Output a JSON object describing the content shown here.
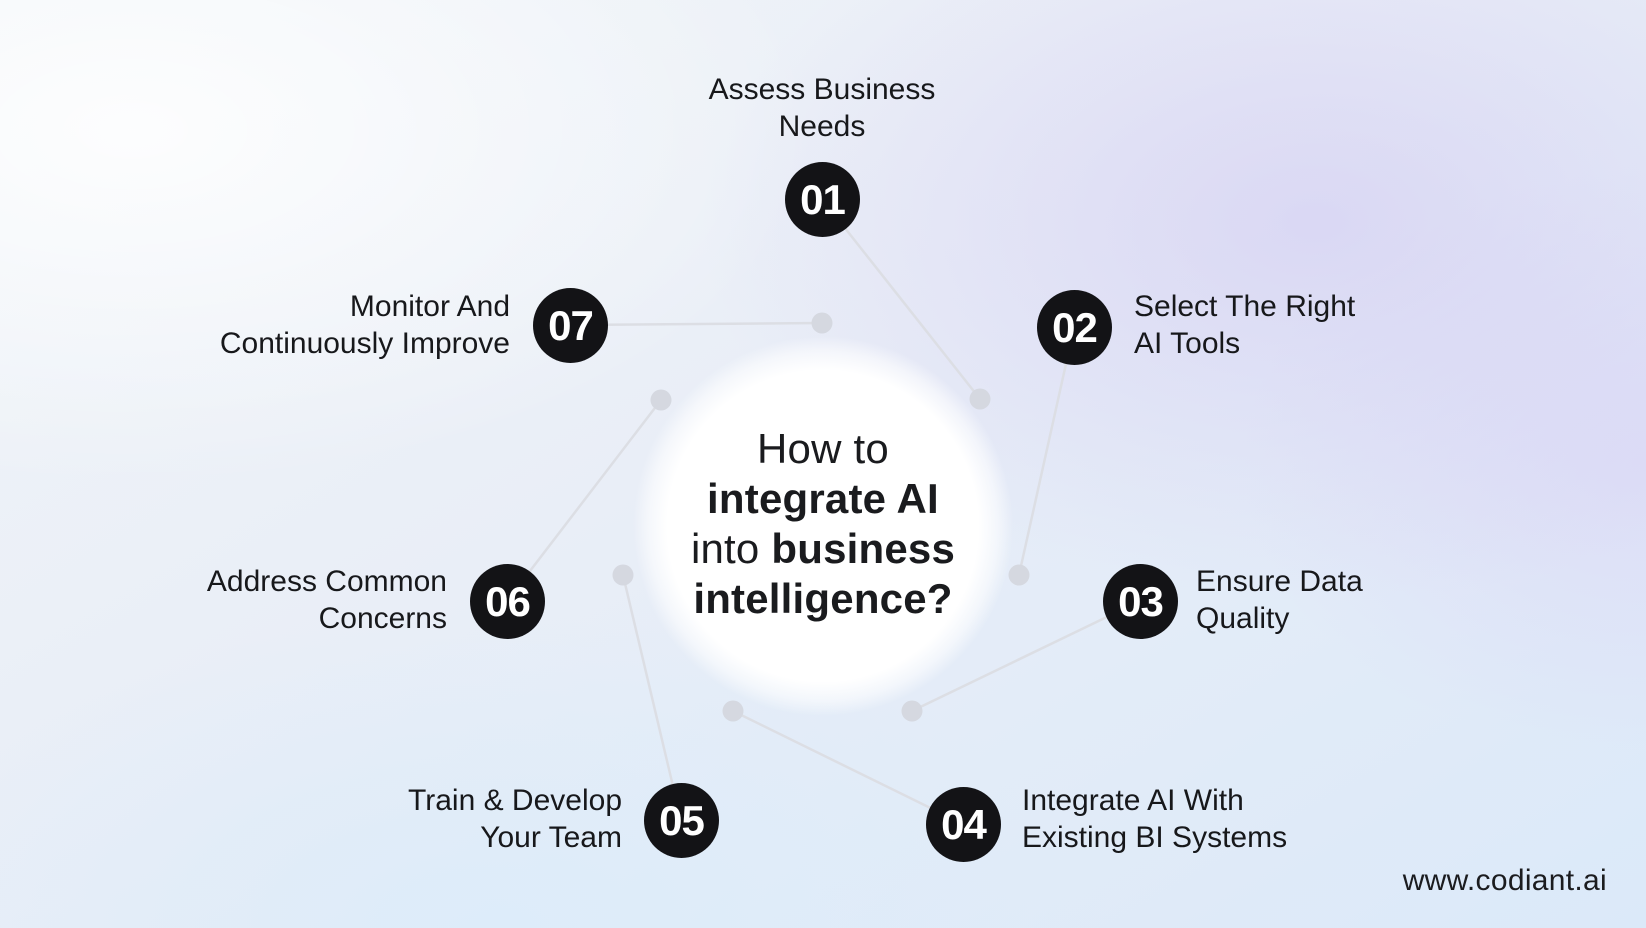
{
  "title": {
    "line1": "How to",
    "line2": "integrate AI",
    "line3_prefix": "into ",
    "line3_bold": "business",
    "line4": "intelligence?"
  },
  "steps": [
    {
      "number": "01",
      "line1": "Assess Business",
      "line2": "Needs"
    },
    {
      "number": "02",
      "line1": "Select The Right",
      "line2": "AI Tools"
    },
    {
      "number": "03",
      "line1": "Ensure Data",
      "line2": "Quality"
    },
    {
      "number": "04",
      "line1": "Integrate AI With",
      "line2": "Existing BI Systems"
    },
    {
      "number": "05",
      "line1": "Train & Develop",
      "line2": "Your Team"
    },
    {
      "number": "06",
      "line1": "Address Common",
      "line2": "Concerns"
    },
    {
      "number": "07",
      "line1": "Monitor And",
      "line2": "Continuously Improve"
    }
  ],
  "footer": {
    "website": "www.codiant.ai"
  },
  "colors": {
    "node_fill": "#131316",
    "node_text": "#ffffff",
    "label_text": "#17181b",
    "connector_line": "#dcdee4",
    "connector_dot": "#d5d8e0",
    "center_disc": "#ffffff",
    "background_lavender": "#cfc6f1",
    "background_blue": "#dbe9f9"
  }
}
